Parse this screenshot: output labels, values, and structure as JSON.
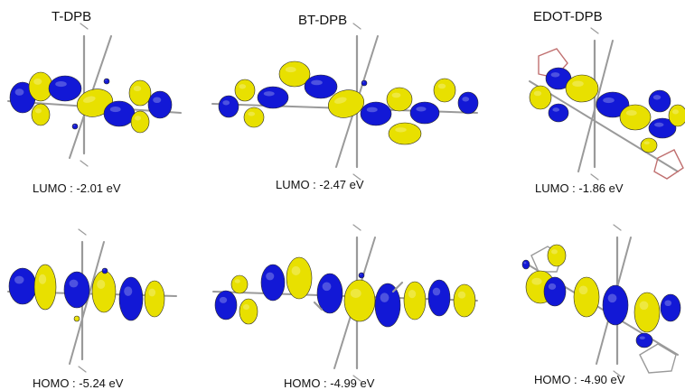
{
  "columns": [
    {
      "title": "T-DPB",
      "lumo": "LUMO : -2.01 eV",
      "homo": "HOMO : -5.24 eV"
    },
    {
      "title": "BT-DPB",
      "lumo": "LUMO : -2.47 eV",
      "homo": "HOMO : -4.99 eV"
    },
    {
      "title": "EDOT-DPB",
      "lumo": "LUMO : -1.86 eV",
      "homo": "HOMO : -4.90 eV"
    }
  ],
  "colors": {
    "positive_lobe": "#e8e000",
    "negative_lobe": "#1218d6",
    "bond": "#9a9a9a",
    "lobe_outline": "#2a2a2a"
  }
}
